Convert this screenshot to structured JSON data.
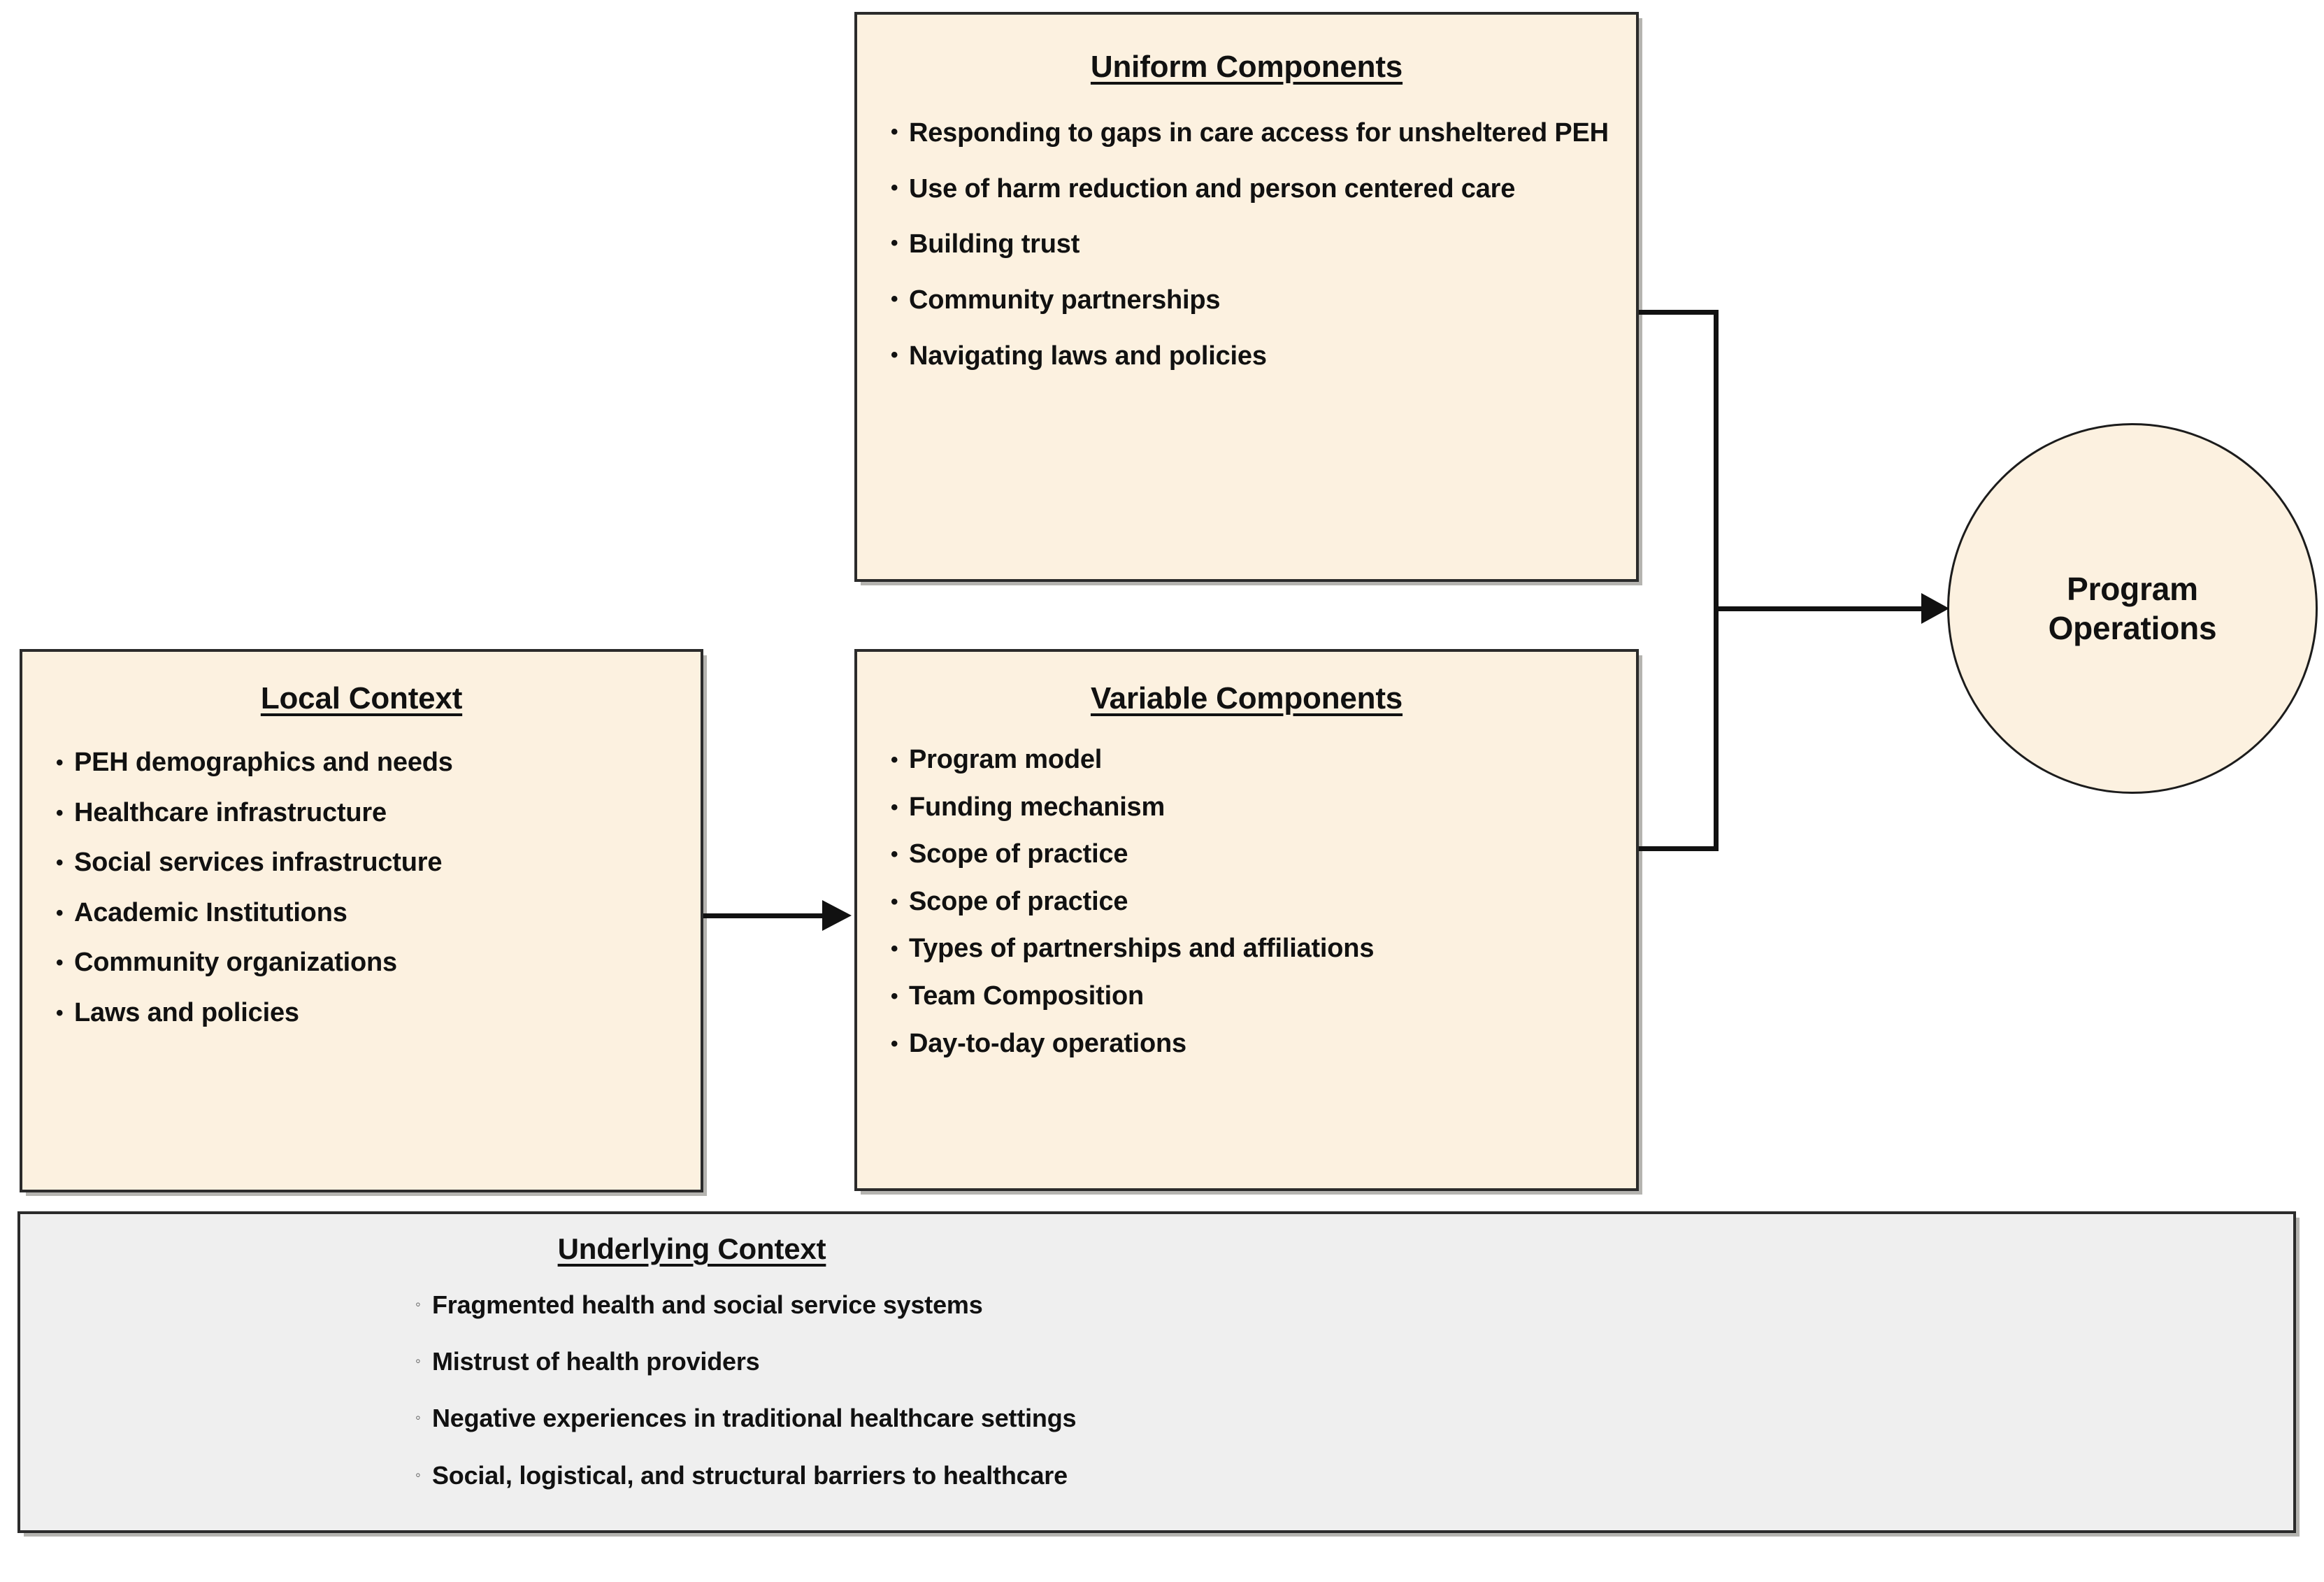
{
  "diagram": {
    "title": "Outreach program framework diagram",
    "colors": {
      "cream_fill": "#FCF1E0",
      "gray_fill": "#EFEFEF",
      "border": "#2B2B2B",
      "text": "#111111",
      "connector": "#111111"
    }
  },
  "uniform_components": {
    "title": "Uniform Components",
    "bullet_glyph": "•",
    "items": [
      "Responding to gaps in care access for unsheltered PEH",
      "Use of harm reduction and person centered care",
      "Building trust",
      "Community partnerships",
      "Navigating laws and policies"
    ]
  },
  "variable_components": {
    "title": "Variable Components",
    "bullet_glyph": "•",
    "items": [
      "Program model",
      "Funding mechanism",
      "Scope of practice",
      "Scope of practice",
      "Types of partnerships and affiliations",
      "Team Composition",
      "Day-to-day operations"
    ]
  },
  "local_context": {
    "title": "Local Context",
    "bullet_glyph": "•",
    "items": [
      "PEH demographics and needs",
      "Healthcare infrastructure",
      "Social services infrastructure",
      "Academic Institutions",
      "Community organizations",
      "Laws and policies"
    ]
  },
  "underlying_context": {
    "title": "Underlying Context",
    "bullet_glyph": "◦",
    "items": [
      "Fragmented health and social service systems",
      "Mistrust of health providers",
      "Negative experiences in traditional healthcare settings",
      "Social, logistical, and structural barriers to healthcare"
    ]
  },
  "program_operations": {
    "label_line_1": "Program",
    "label_line_2": "Operations"
  }
}
